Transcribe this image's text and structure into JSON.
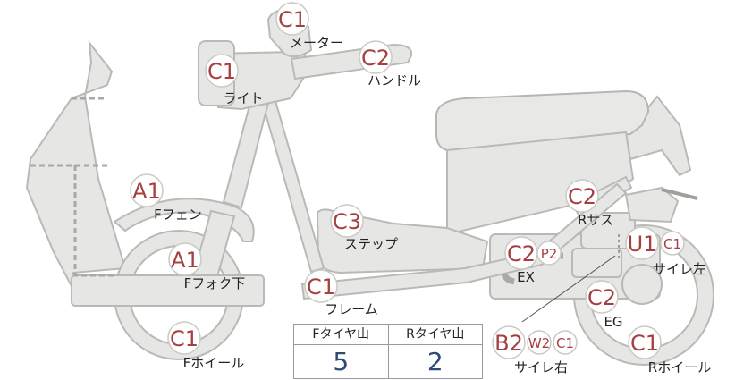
{
  "colors": {
    "grade_text": "#a64040",
    "part_fill": "#e6e6e4",
    "part_stroke": "#b9b9b6",
    "tire_value": "#2f4a78",
    "dotted": "#a8a8a8"
  },
  "parts": {
    "meter": {
      "label": "メーター",
      "grades": [
        "C1"
      ]
    },
    "light": {
      "label": "ライト",
      "grades": [
        "C1"
      ]
    },
    "handle": {
      "label": "ハンドル",
      "grades": [
        "C2"
      ]
    },
    "f_fender": {
      "label": "Fフェン",
      "grades": [
        "A1"
      ]
    },
    "f_fork": {
      "label": "Fフォク下",
      "grades": [
        "A1"
      ]
    },
    "f_wheel": {
      "label": "Fホイール",
      "grades": [
        "C1"
      ]
    },
    "step": {
      "label": "ステップ",
      "grades": [
        "C3"
      ]
    },
    "frame": {
      "label": "フレーム",
      "grades": [
        "C1"
      ]
    },
    "r_sus": {
      "label": "Rサス",
      "grades": [
        "C2"
      ]
    },
    "ex": {
      "label": "EX",
      "grades": [
        "C2",
        "P2"
      ]
    },
    "side_left": {
      "label": "サイレ左",
      "grades": [
        "U1",
        "C1"
      ]
    },
    "eg": {
      "label": "EG",
      "grades": [
        "C2"
      ]
    },
    "side_right": {
      "label": "サイレ右",
      "grades": [
        "B2",
        "W2",
        "C1"
      ]
    },
    "r_wheel": {
      "label": "Rホイール",
      "grades": [
        "C1"
      ]
    }
  },
  "tire_table": {
    "headers": [
      "Fタイヤ山",
      "Rタイヤ山"
    ],
    "values": [
      "5",
      "2"
    ]
  }
}
